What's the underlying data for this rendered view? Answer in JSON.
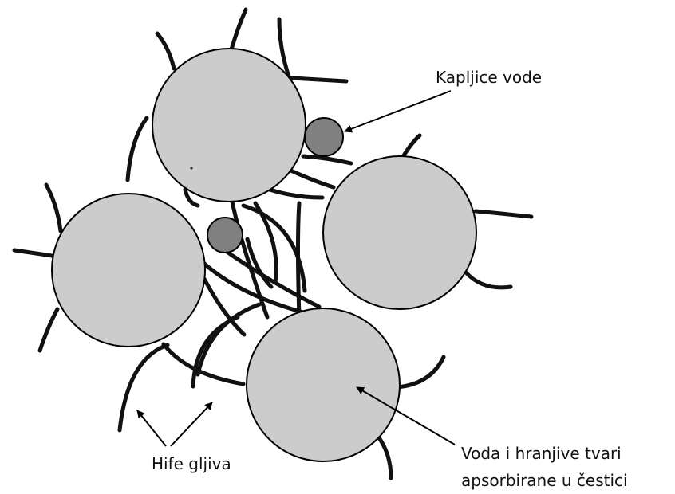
{
  "labels": {
    "water_droplets": "Kapljice vode",
    "fungal_hyphae": "Hife gljiva",
    "absorbed_line1": "Voda i hranjive tvari",
    "absorbed_line2": "apsorbirane u čestici"
  },
  "colors": {
    "particle_fill": "#cccccc",
    "droplet_fill": "#808080",
    "outline": "#000000",
    "hypha": "#111111"
  }
}
